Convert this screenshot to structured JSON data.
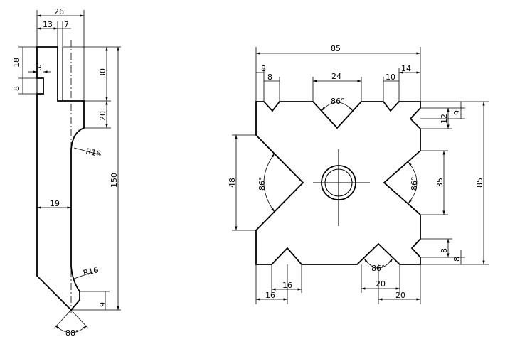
{
  "left_view": {
    "dimensions": {
      "top_width": "26",
      "top_left": "13",
      "top_right": "7",
      "tongue_height": "18",
      "tongue_depth": "3",
      "tongue_lower": "8",
      "upper_height": "30",
      "second_height": "20",
      "radius_upper": "R16",
      "web_width": "19",
      "radius_lower": "R16",
      "tip_height": "9",
      "total_height": "150",
      "tip_angle": "88°"
    }
  },
  "right_view": {
    "dimensions": {
      "overall_width": "85",
      "top_left_offset": "8",
      "top_left_width": "8",
      "top_center_width": "24",
      "top_center_angle": "86°",
      "top_right_width": "10",
      "top_right_offset": "14",
      "right_notch_offset": "9",
      "right_notch_height": "12",
      "left_v_height": "48",
      "left_v_angle": "86°",
      "right_v_height": "35",
      "right_v_angle": "86°",
      "overall_height": "85",
      "lower_right_notch": "8",
      "lower_right_offset": "8",
      "bottom_angle": "86°",
      "bottom_left_inner": "16",
      "bottom_left_outer": "16",
      "bottom_right_inner": "20",
      "bottom_right_outer": "20"
    }
  }
}
